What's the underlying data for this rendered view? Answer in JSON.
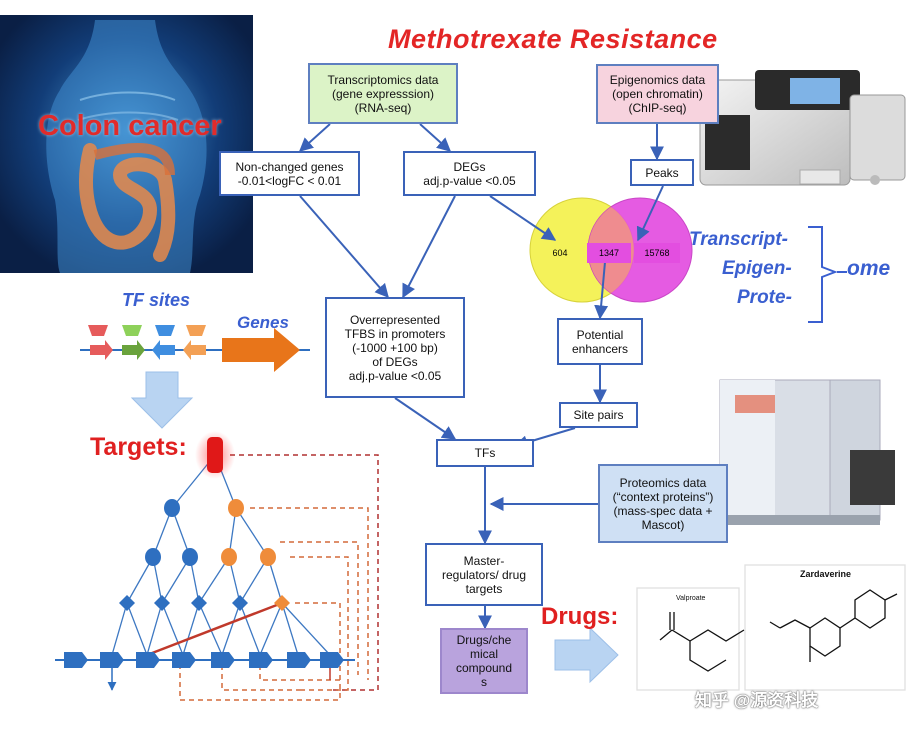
{
  "title": "Methotrexate Resistance",
  "photo_label": "Colon cancer",
  "tf_sites_label": "TF sites",
  "genes_label": "Genes",
  "targets_label": "Targets:",
  "drugs_label": "Drugs:",
  "omics": {
    "line1": "Transcript-",
    "line2": "Epigen-",
    "line3": "Prote-",
    "suffix": "ome"
  },
  "boxes": {
    "transcriptomics": "Transcriptomics data\n(gene expresssion)\n(RNA-seq)",
    "epigenomics": "Epigenomics data\n(open chromatin)\n(ChIP-seq)",
    "nonchanged": "Non-changed genes\n-0.01<logFC < 0.01",
    "degs": "DEGs\nadj.p-value <0.05",
    "peaks": "Peaks",
    "overrep": "Overrepresented\nTFBS in promoters\n(-1000 +100 bp)\nof DEGs\nadj.p-value <0.05",
    "enhancers": "Potential\nenhancers",
    "sitepairs": "Site pairs",
    "tfs": "TFs",
    "proteomics": "Proteomics data\n(“context proteins”)\n(mass-spec data +\nMascot)",
    "master": "Master-\nregulators/ drug\ntargets",
    "drugs_box": "Drugs/che\nmical\ncompound\ns"
  },
  "venn": {
    "left": "604",
    "center": "1347",
    "right": "15768"
  },
  "molecules": {
    "valproate": "Valproate",
    "zardaverine": "Zardaverine"
  },
  "watermark": "知乎 @源资科技",
  "colors": {
    "title_red": "#e32626",
    "label_blue": "#3a5fd0",
    "box_border": "#3a62b8",
    "venn_yellow": "#f4f25a",
    "venn_magenta": "#e34ee0",
    "gene_arrow_orange": "#e8751a"
  }
}
